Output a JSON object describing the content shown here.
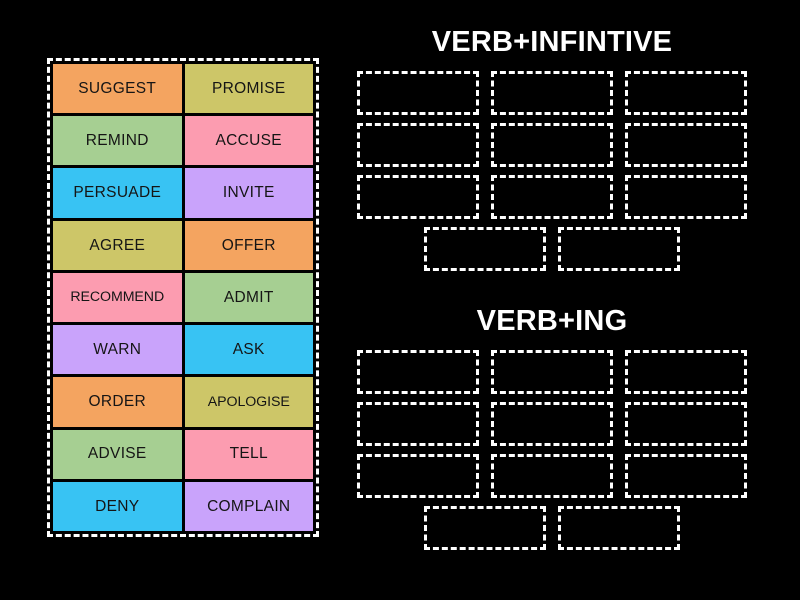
{
  "page": {
    "background_color": "#000000",
    "activity_type": "drag-and-drop sorting activity"
  },
  "tile_panel": {
    "name": "word tile bank",
    "border_style": "dashed white",
    "columns": 2,
    "rows": 9,
    "tiles": [
      {
        "label": "SUGGEST",
        "color": "#f4a460"
      },
      {
        "label": "PROMISE",
        "color": "#cdc668"
      },
      {
        "label": "REMIND",
        "color": "#a6cf92"
      },
      {
        "label": "ACCUSE",
        "color": "#fc9cb0"
      },
      {
        "label": "PERSUADE",
        "color": "#38c3f3"
      },
      {
        "label": "INVITE",
        "color": "#c9a3fb"
      },
      {
        "label": "AGREE",
        "color": "#cdc668"
      },
      {
        "label": "OFFER",
        "color": "#f4a460"
      },
      {
        "label": "RECOMMEND",
        "color": "#fc9cb0"
      },
      {
        "label": "ADMIT",
        "color": "#a6cf92"
      },
      {
        "label": "WARN",
        "color": "#c9a3fb"
      },
      {
        "label": "ASK",
        "color": "#38c3f3"
      },
      {
        "label": "ORDER",
        "color": "#f4a460"
      },
      {
        "label": "APOLOGISE",
        "color": "#cdc668"
      },
      {
        "label": "ADVISE",
        "color": "#a6cf92"
      },
      {
        "label": "TELL",
        "color": "#fc9cb0"
      },
      {
        "label": "DENY",
        "color": "#38c3f3"
      },
      {
        "label": "COMPLAIN",
        "color": "#c9a3fb"
      }
    ]
  },
  "sections": [
    {
      "title": "VERB+INFINTIVE",
      "drop_zone_count": 11,
      "grid_rows": 3,
      "grid_columns": 3,
      "bottom_row_count": 2,
      "zones": [
        "",
        "",
        "",
        "",
        "",
        "",
        "",
        "",
        "",
        "",
        ""
      ]
    },
    {
      "title": "VERB+ING",
      "drop_zone_count": 11,
      "grid_rows": 3,
      "grid_columns": 3,
      "bottom_row_count": 2,
      "zones": [
        "",
        "",
        "",
        "",
        "",
        "",
        "",
        "",
        "",
        "",
        ""
      ]
    }
  ],
  "colors": {
    "background": "#000000",
    "outline": "#ffffff",
    "text_on_tile": "#151515",
    "heading_text": "#ffffff",
    "orange": "#f4a460",
    "khaki": "#cdc668",
    "green": "#a6cf92",
    "pink": "#fc9cb0",
    "cyan": "#38c3f3",
    "lavender": "#c9a3fb"
  }
}
